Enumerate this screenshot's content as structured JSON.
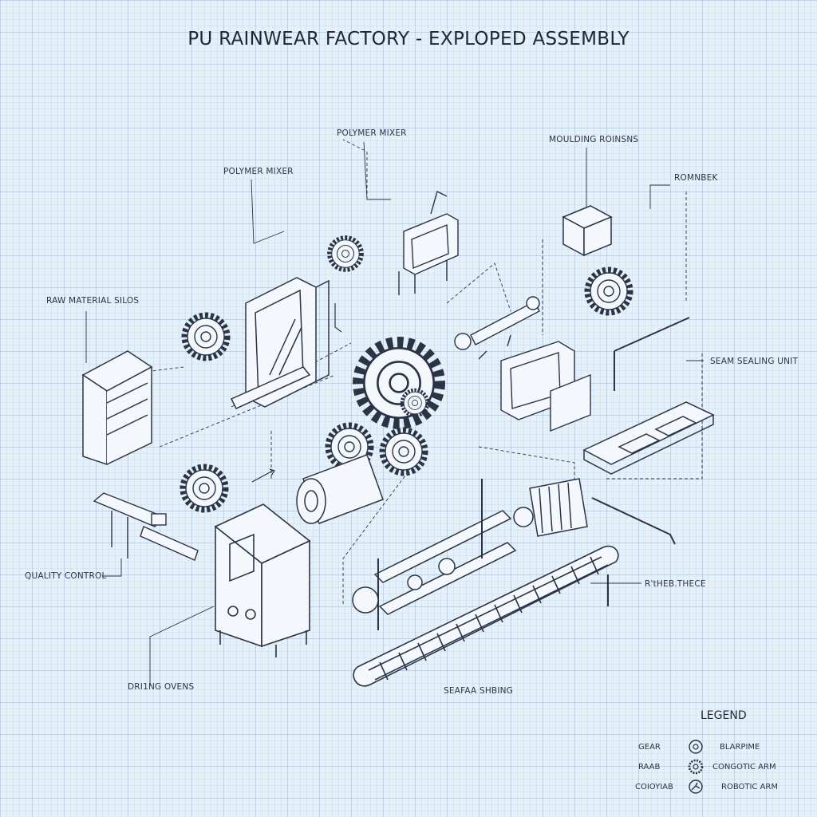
{
  "title": "PU RAINWEAR FACTORY - EXPLOPED ASSEMBLY",
  "labels": {
    "polymer_mixer_top": "POLYMER MIXER",
    "polymer_mixer_left": "POLYMER MIXER",
    "moulding": "MOULDING ROINSNS",
    "romnber": "ROMNBEK",
    "raw_material": "RAW MATERIAL SILOS",
    "seam_sealing": "SEAM SEALING UNIT",
    "quality_control": "QUALITY CONTROL",
    "rthebthtece": "R'tHEB.THECE",
    "drying_ovens": "DRI1NG OVENS",
    "seafaa": "SEAFAA SHBING"
  },
  "legend": {
    "title": "LEGEND",
    "items": [
      {
        "left": "GEAR",
        "right": "BLARPIME",
        "icon": "ring-icon"
      },
      {
        "left": "RAAB",
        "right": "CONGOTIC ARM",
        "icon": "gear-icon"
      },
      {
        "left": "COIOYIAB",
        "right": "ROBOTIC ARM",
        "icon": "robotic-arm-icon"
      }
    ]
  },
  "colors": {
    "background": "#e6f0f8",
    "ink": "#2a3446",
    "paper": "#f4f8fc"
  }
}
